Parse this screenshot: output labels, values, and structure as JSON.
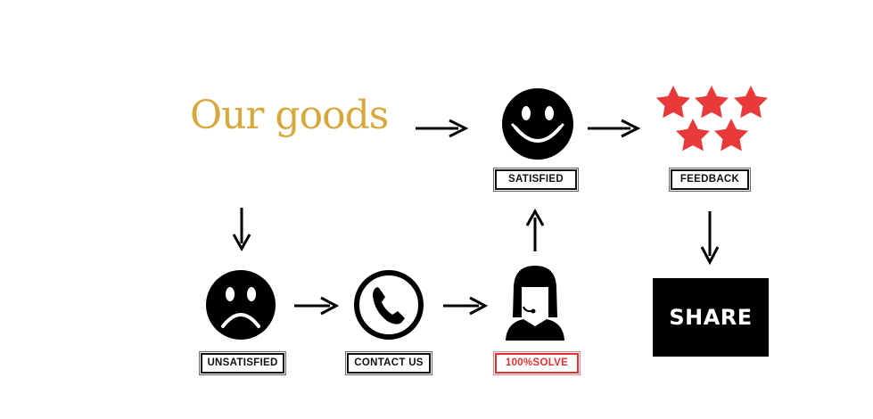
{
  "title": "Our goods",
  "colors": {
    "title": "#d6a83e",
    "star": "#e83a3a",
    "icon": "#000000",
    "alert_label": "#e03030"
  },
  "nodes": {
    "satisfied": {
      "label": "SATISFIED",
      "icon": "smile-face-icon"
    },
    "feedback": {
      "label": "FEEDBACK",
      "icon": "five-stars-icon"
    },
    "unsatisfied": {
      "label": "UNSATISFIED",
      "icon": "sad-face-icon"
    },
    "contact": {
      "label": "CONTACT US",
      "icon": "phone-icon"
    },
    "solve": {
      "label": "100%SOLVE",
      "icon": "support-agent-icon"
    },
    "share": {
      "label": "SHARE"
    }
  }
}
